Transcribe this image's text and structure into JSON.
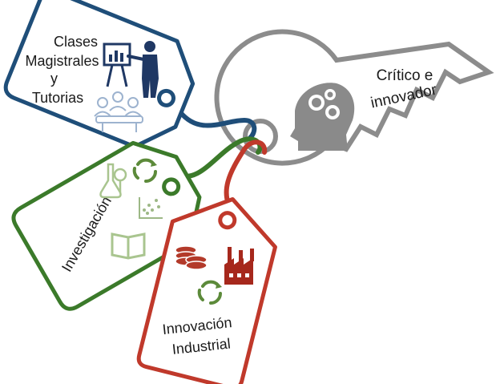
{
  "key": {
    "label_lines": [
      "Crítico e",
      "innovador"
    ],
    "icon": "head-gears-icon",
    "color": "#8c8c8c"
  },
  "tags": [
    {
      "id": "clases",
      "label_lines": [
        "Clases",
        "Magistrales",
        "y",
        "Tutorias"
      ],
      "border_color": "#1f4e79",
      "icons": [
        "presentation-board-icon",
        "meeting-table-icon"
      ]
    },
    {
      "id": "investigacion",
      "label_lines": [
        "Investigación"
      ],
      "border_color": "#3b7a2a",
      "icons": [
        "lab-flask-icon",
        "recycle-icon",
        "scatter-plot-icon",
        "open-book-icon"
      ]
    },
    {
      "id": "innovacion",
      "label_lines": [
        "Innovación",
        "Industrial"
      ],
      "border_color": "#c0392b",
      "icons": [
        "coins-stack-icon",
        "factory-icon",
        "recycle-icon"
      ]
    }
  ]
}
